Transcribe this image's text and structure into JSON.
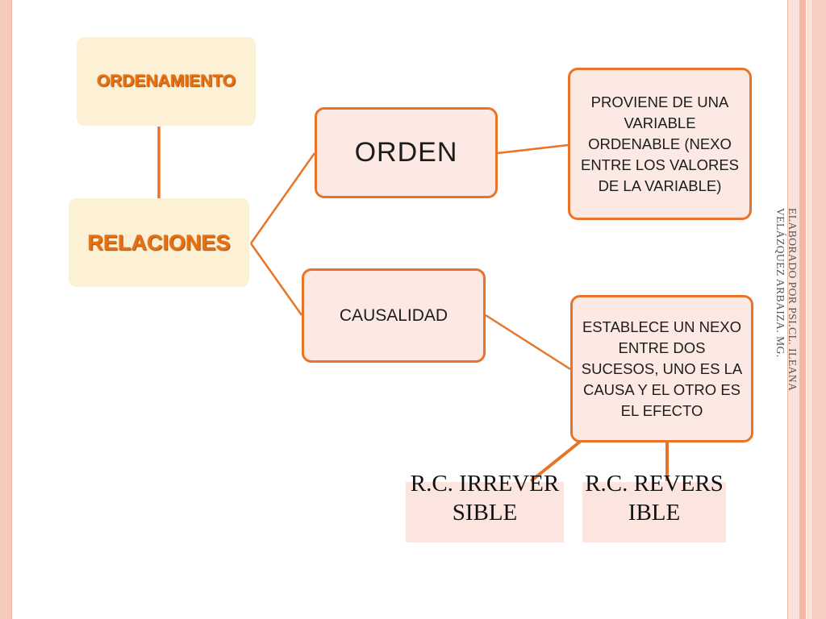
{
  "diagram": {
    "nodes": {
      "ordenamiento": "ORDENAMIENTO",
      "relaciones": "RELACIONES",
      "orden": "ORDEN",
      "causalidad": "CAUSALIDAD",
      "def_orden": "PROVIENE DE UNA VARIABLE ORDENABLE (NEXO ENTRE LOS VALORES DE LA VARIABLE)",
      "def_causalidad": "ESTABLECE UN NEXO ENTRE DOS SUCESOS, UNO ES LA CAUSA Y EL OTRO ES EL EFECTO",
      "rc_irreversible": "R.C. IRREVERSIBLE",
      "rc_reversible": "R.C. REVERSIBLE"
    },
    "credit_line1": "ELABORADO POR PSI.CL. ILEANA",
    "credit_line2": "VELÁZQUEZ ARBAIZA. MG."
  },
  "colors": {
    "accent": "#e8742a",
    "node_fill_cream": "#fdf1d5",
    "node_fill_pink": "#fce9e4",
    "label_fill": "#fbe5de",
    "frame": "#f6c9bd"
  }
}
